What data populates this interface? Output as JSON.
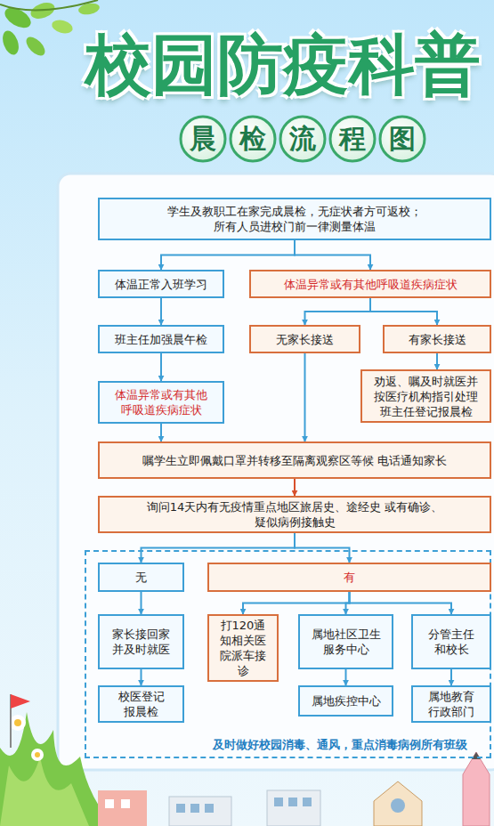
{
  "diagram": {
    "title": "校园防疫科普",
    "nodes": [
      {
        "text": [
          "学生及教职工在家完成晨检，无症状者方可返校； 所有人员进校门前一律测量体温"
        ]
      },
      {
        "text": [
          "体温正常入班学习"
        ]
      },
      {
        "text": [
          "体温异常或有其他呼吸道疾病症状"
        ]
      },
      {
        "text": [
          "班主任加强晨午检"
        ]
      },
      {
        "text": [
          "无家长接送"
        ]
      },
      {
        "text": [
          "有家长接送"
        ]
      },
      {
        "text": [
          "体温异常或有其他呼吸道疾病症状"
        ]
      },
      {
        "text": [
          "劝返、嘱及时就医并 按医疗机构指引处理 班主任登记报晨检"
        ]
      },
      {
        "text": [
          "嘱学生立即佩戴口罩并转移至隔离观察区等候 电话通知家长"
        ]
      },
      {
        "text": [
          "询问14天内有无疫情重点地区旅居史、途经史 或有确诊、疑似病例接触史"
        ]
      },
      {
        "text": [
          "及时做好校园消毒、通风，重点消毒病例所有班级"
        ]
      },
      {
        "text": [
          "无"
        ],
        "in": 10
      },
      {
        "text": [
          "有"
        ],
        "in": 10
      },
      {
        "text": [
          "家长接回家并及时就医"
        ],
        "in": 10
      },
      {
        "text": [
          "打120通知相关医院派车接诊"
        ],
        "in": 10
      },
      {
        "text": [
          "属地社区卫生服务中心"
        ],
        "in": 10
      },
      {
        "text": [
          "分管主任和校长"
        ],
        "in": 10
      },
      {
        "text": [
          "校医登记报晨检"
        ],
        "in": 10
      },
      {
        "text": [
          "属地疾控中心"
        ],
        "in": 10
      },
      {
        "text": [
          "属地教育行政部门"
        ],
        "in": 10
      }
    ],
    "edges": [
      {
        "from": 0,
        "to": 1,
        "arrow": "to"
      },
      {
        "from": 0,
        "to": 2,
        "arrow": "to"
      },
      {
        "from": 1,
        "to": 3,
        "arrow": "to"
      },
      {
        "from": 2,
        "to": 4,
        "arrow": "to"
      },
      {
        "from": 2,
        "to": 5,
        "arrow": "to"
      },
      {
        "from": 3,
        "to": 6,
        "arrow": "to"
      },
      {
        "from": 5,
        "to": 7,
        "arrow": "to"
      },
      {
        "from": 6,
        "to": 8,
        "arrow": "to"
      },
      {
        "from": 4,
        "to": 8,
        "arrow": "to"
      },
      {
        "from": 8,
        "to": 9,
        "arrow": "to"
      },
      {
        "from": 9,
        "to": 11,
        "arrow": "to"
      },
      {
        "from": 9,
        "to": 12,
        "arrow": "to"
      },
      {
        "from": 11,
        "to": 13,
        "arrow": "to"
      },
      {
        "from": 12,
        "to": 14,
        "arrow": "to"
      },
      {
        "from": 12,
        "to": 15,
        "arrow": "to"
      },
      {
        "from": 12,
        "to": 16,
        "arrow": "to"
      },
      {
        "from": 13,
        "to": 17,
        "arrow": "to"
      },
      {
        "from": 15,
        "to": 18,
        "arrow": "to"
      },
      {
        "from": 16,
        "to": 19,
        "arrow": "to"
      }
    ],
    "labels": [
      "晨检流程图"
    ]
  }
}
